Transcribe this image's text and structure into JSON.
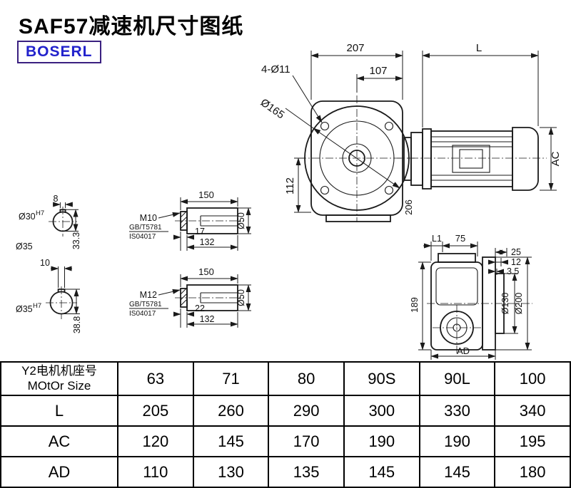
{
  "page": {
    "title": "SAF57减速机尺寸图纸",
    "brand": "BOSERL",
    "colors": {
      "brand-text": "#2222cc",
      "brand-border": "#3a2080",
      "line": "#1a1a1a"
    }
  },
  "main_view": {
    "dim_width": "207",
    "dim_motor_len": "L",
    "dim_107": "107",
    "bolt_holes": "4-Ø11",
    "flange_dia": "Ø165",
    "dim_112": "112",
    "dim_ac": "AC",
    "dim_206": "206"
  },
  "shaft_top": {
    "key_width": "8",
    "bore": "Ø30",
    "bore_tol": "H7",
    "key_height": "33.3",
    "shaft_dia_label": "Ø35",
    "length": "150",
    "thread": "M10",
    "std_top": "GB/T5781",
    "std_bot": "IS04017",
    "dim_17": "17",
    "dim_132": "132",
    "dia": "Ø50"
  },
  "shaft_bottom": {
    "key_width": "10",
    "bore": "Ø35",
    "bore_tol": "H7",
    "key_height": "38.8",
    "length": "150",
    "thread": "M12",
    "std_top": "GB/T5781",
    "std_bot": "IS04017",
    "dim_22": "22",
    "dim_132": "132",
    "dia": "Ø50"
  },
  "side_view": {
    "dim_l1": "L1",
    "dim_75": "75",
    "dim_25": "25",
    "dim_12": "12",
    "dim_3_5": "3.5",
    "dim_189": "189",
    "dia_130": "Ø130",
    "dia_200": "Ø200",
    "dim_ad": "AD"
  },
  "table": {
    "header_label_cn": "Y2电机机座号",
    "header_label_en": "MOtOr Size",
    "sizes": [
      "63",
      "71",
      "80",
      "90S",
      "90L",
      "100"
    ],
    "rows": [
      {
        "label": "L",
        "values": [
          "205",
          "260",
          "290",
          "300",
          "330",
          "340"
        ]
      },
      {
        "label": "AC",
        "values": [
          "120",
          "145",
          "170",
          "190",
          "190",
          "195"
        ]
      },
      {
        "label": "AD",
        "values": [
          "110",
          "130",
          "135",
          "145",
          "145",
          "180"
        ]
      }
    ]
  }
}
